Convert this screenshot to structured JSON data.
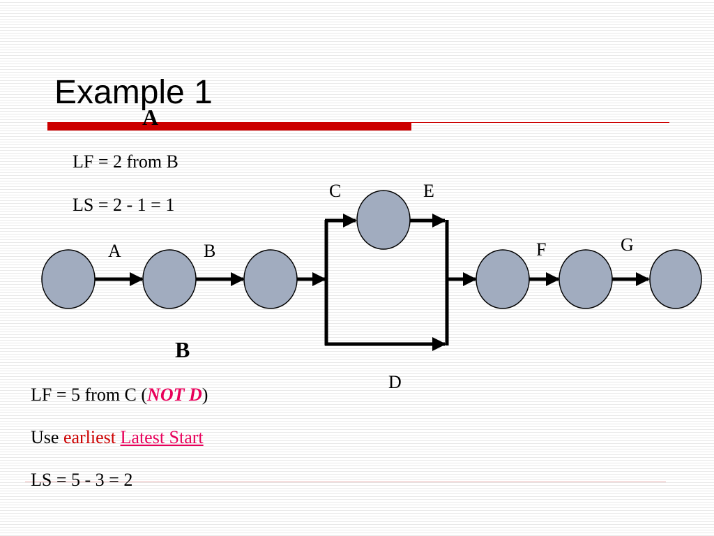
{
  "slide": {
    "title": "Example 1"
  },
  "activity_a": {
    "label": "A",
    "lines": [
      "LF = 2 from B",
      "LS = 2 - 1 = 1"
    ]
  },
  "activity_b": {
    "label": "B",
    "lf_prefix": "LF = 5 from C (",
    "lf_emphasis": "NOT D",
    "lf_suffix": ")",
    "use_prefix": "Use ",
    "use_earliest": "earliest",
    "use_link": "Latest Start",
    "ls_line": "LS = 5 - 3 = 2"
  },
  "network": {
    "edge_labels": {
      "a": "A",
      "b": "B",
      "c": "C",
      "d": "D",
      "e": "E",
      "f": "F",
      "g": "G"
    }
  },
  "colors": {
    "node_fill": "#a1acbf",
    "accent_red": "#cc0000",
    "emphasis_red": "#e8005a",
    "earliest_red": "#cc0000",
    "link_pink": "#e8005a"
  }
}
